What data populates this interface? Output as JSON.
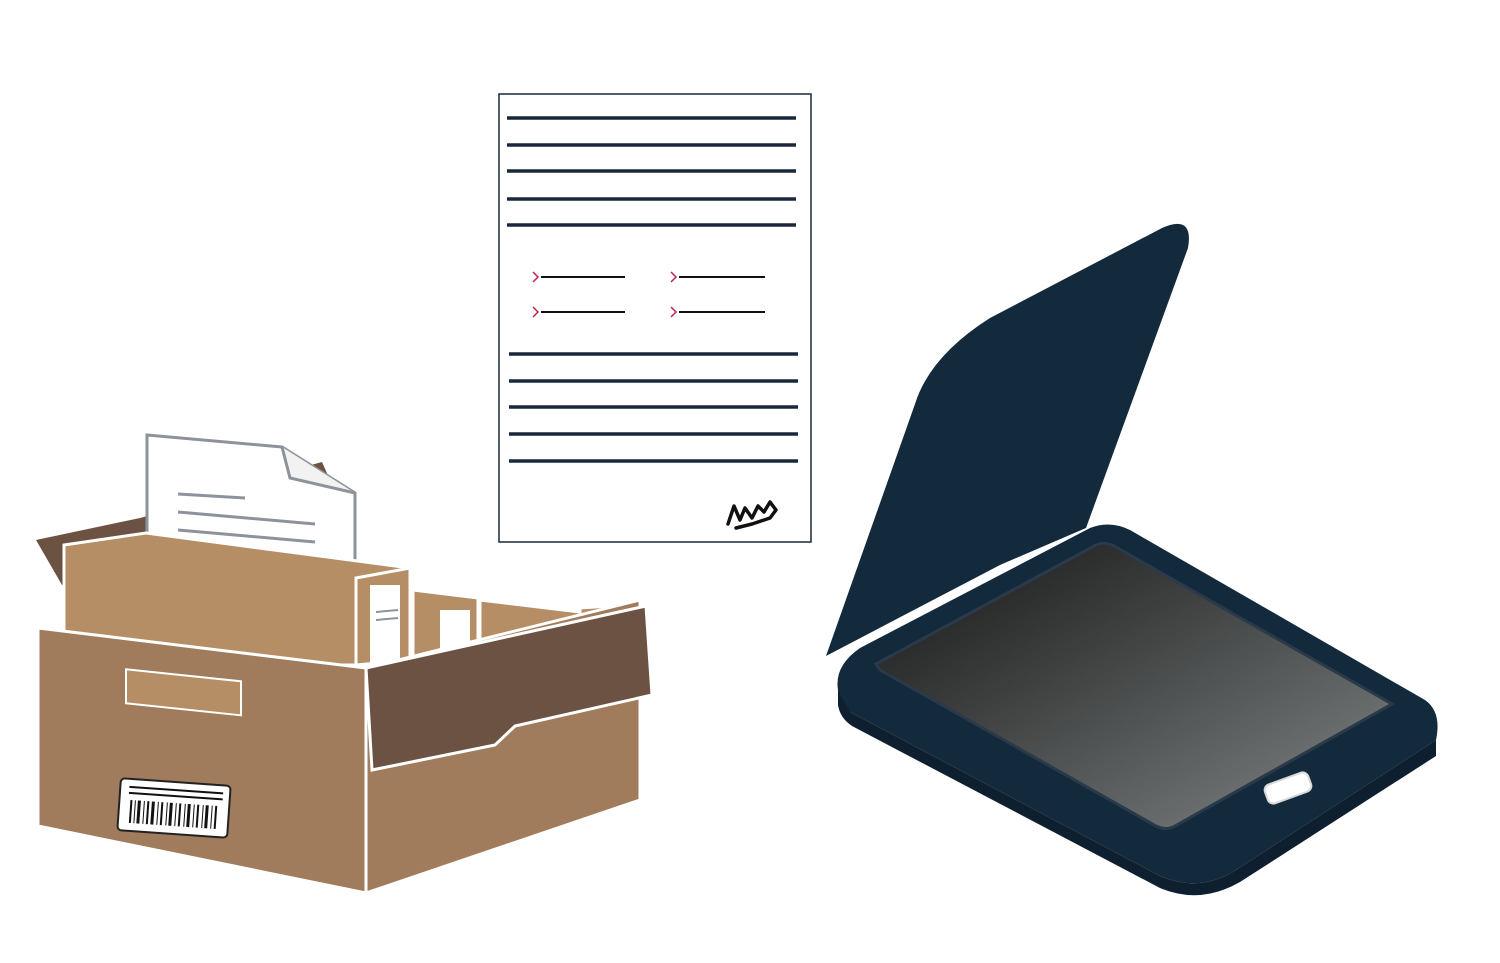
{
  "scene": {
    "description_items": [
      "archive-box",
      "document",
      "flatbed-scanner"
    ]
  },
  "colors": {
    "background": "#ffffff",
    "box_front": "#a07c5c",
    "box_light": "#b68e66",
    "box_dark": "#6c5242",
    "doc_line": "#18283a",
    "doc_bullet": "#c0244a",
    "scanner_body": "#132a3d",
    "scanner_glass_dark": "#141414",
    "scanner_glass_light": "#7a7f7f",
    "barcode_label": "#ffffff"
  },
  "icons": {
    "box": "archive-box-icon",
    "document": "document-icon",
    "signature": "signature-icon",
    "barcode": "barcode-icon",
    "scanner": "scanner-icon"
  }
}
